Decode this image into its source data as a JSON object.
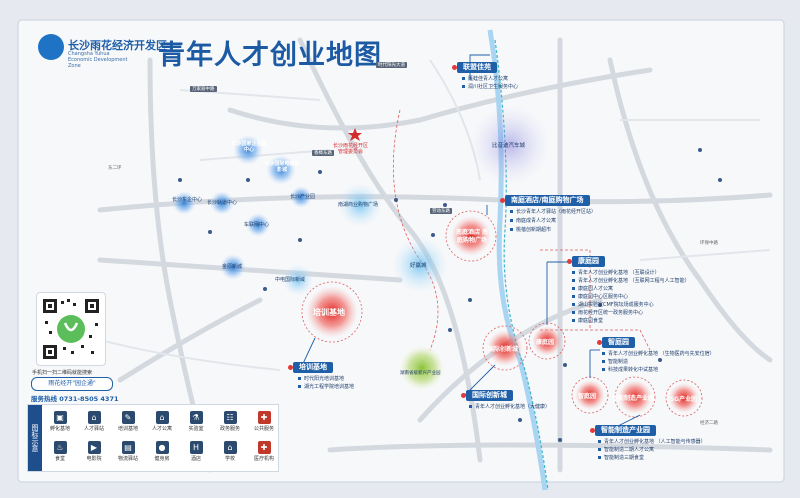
{
  "header": {
    "org_cn": "长沙雨花经济开发区",
    "org_en_1": "Changsha Yuhua",
    "org_en_2": "Economic Development Zone",
    "title": "青年人才创业地图"
  },
  "hq": {
    "line1": "长沙雨花经开区",
    "line2": "管理委员会"
  },
  "blue_nodes": [
    "长沙国家企业国中心",
    "长沙国际电缆电影城",
    "长沙东企中心",
    "长沙轨道中心",
    "长沙产业园",
    "车联网中心",
    "金原新城",
    "中电国际新域",
    "南湖商业购物广场"
  ],
  "green_nodes": [
    "好赢城"
  ],
  "purple_nodes": [
    "比音迪汽车城"
  ],
  "olive_nodes": [
    "湖南省级新兴产业园"
  ],
  "red_nodes": {
    "nanting": "南庭酒店 南庭购物广场",
    "peixun": "培训基地",
    "guoji": "国际创新城",
    "kangting": "康庭园",
    "zhijian": "智庭园",
    "zhineng": "智能制造产业园",
    "5g": "5G产业园"
  },
  "categories": {
    "xiangning": {
      "title": "联盟佳苑",
      "items": [
        "雁蛙佳青人才公寓",
        "润川社区卫生服务中心"
      ]
    },
    "nanting": {
      "title": "南庭酒店/南庭购物广场",
      "items": [
        "长沙青年人才驿站（雨花经开区站）",
        "南庭成青人才公寓",
        "桃蓓创新期超市"
      ]
    },
    "kangting": {
      "title": "康庭园",
      "items": [
        "青年人才创业孵化基地 （互联设计）",
        "青年人才创业孵化基地 （互联网工程与人工智能）",
        "康庭园人才公寓",
        "康庭园中心区服务中心",
        "湖山实验室CMF院坛场成服务中心",
        "雨花经开区统一政务服务中心",
        "康庭园食堂"
      ]
    },
    "zhiting": {
      "title": "智庭园",
      "items": [
        "青年人才创业孵化基地 （生物医药与先安位宿）",
        "智能制造",
        "科技成果转化中试基地"
      ]
    },
    "peixun": {
      "title": "培训基地",
      "items": [
        "时代阳光培训基地",
        "湖光工程学院培训基地"
      ]
    },
    "guoji": {
      "title": "国际创新城",
      "items": [
        "青年人才创业孵化基地（大健康）"
      ]
    },
    "zhineng": {
      "title": "智能制造产业园",
      "items": [
        "青年人才创业孵化基地 （人工智能与传感器）",
        "智能制造二期人才公寓",
        "智能制造三期食堂"
      ]
    }
  },
  "qr": {
    "line1": "手机扫一扫二维码就能搜索",
    "button": "雨花经开\"园企通\"",
    "hotline_label": "服务热线",
    "hotline": "0731-8505 4371"
  },
  "legend": {
    "title": "图标示意",
    "items": [
      {
        "icon": "incubator-icon",
        "label": "孵化基地"
      },
      {
        "icon": "talent-station-icon",
        "label": "人才驿站"
      },
      {
        "icon": "training-icon",
        "label": "培训基地"
      },
      {
        "icon": "apartment-icon",
        "label": "人才公寓"
      },
      {
        "icon": "lab-icon",
        "label": "实验室"
      },
      {
        "icon": "service-icon",
        "label": "政务服务"
      },
      {
        "icon": "public-service-icon",
        "label": "公共服务"
      },
      {
        "icon": "canteen-icon",
        "label": "食堂"
      },
      {
        "icon": "cinema-icon",
        "label": "电影院"
      },
      {
        "icon": "logistics-icon",
        "label": "物流驿站"
      },
      {
        "icon": "gym-icon",
        "label": "健身房"
      },
      {
        "icon": "hotel-icon",
        "label": "酒店"
      },
      {
        "icon": "school-icon",
        "label": "学校"
      },
      {
        "icon": "medical-icon",
        "label": "医疗机构"
      }
    ]
  },
  "roads": [
    "时代阳光大道",
    "香樟东路",
    "劳动东路",
    "万家丽中路",
    "东二环",
    "环保中路",
    "经济二路"
  ]
}
